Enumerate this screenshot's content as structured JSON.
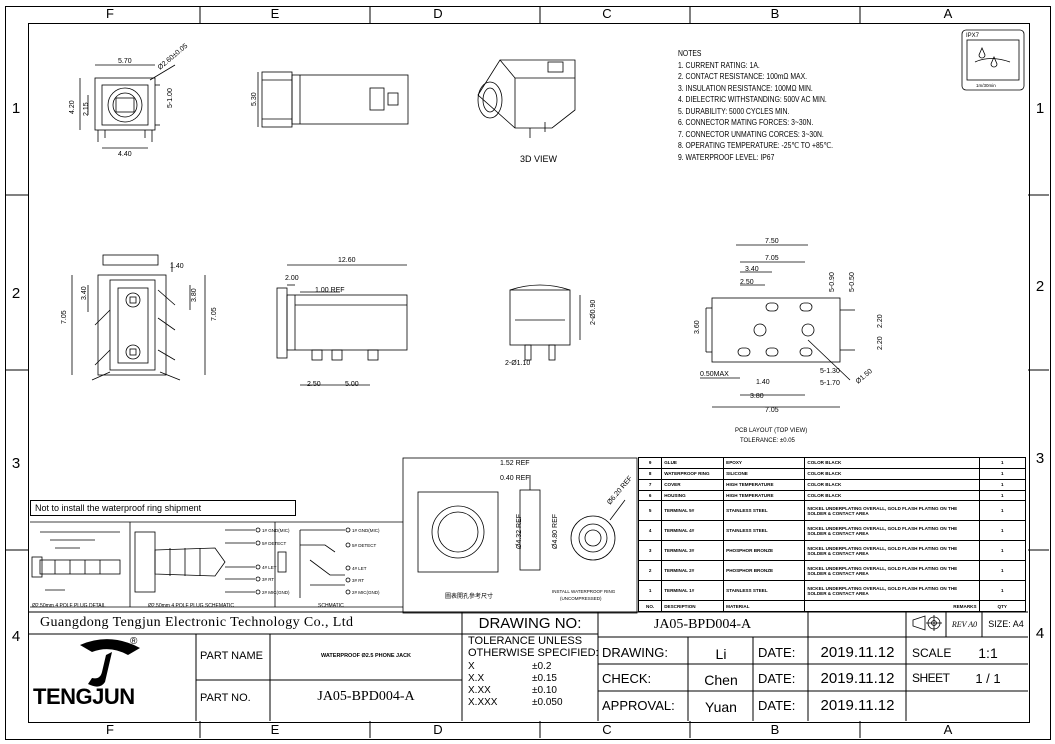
{
  "zones_top": [
    "F",
    "E",
    "D",
    "C",
    "B",
    "A"
  ],
  "zones_rows": [
    "1",
    "2",
    "3",
    "4"
  ],
  "notes": {
    "title": "NOTES",
    "items": [
      "1. CURRENT RATING: 1A.",
      "2. CONTACT RESISTANCE: 100mΩ MAX.",
      "3. INSULATION RESISTANCE: 100MΩ MIN.",
      "4. DIELECTRIC WITHSTANDING: 500V AC MIN.",
      "5. DURABILITY: 5000 CYCLES MIN.",
      "6. CONNECTOR MATING FORCES: 3~30N.",
      "7. CONNECTOR UNMATING CORCES: 3~30N.",
      "8. OPERATING TEMPERATURE: -25℃ TO +85℃.",
      "9. WATERPROOF LEVEL: IP67"
    ]
  },
  "ipx": {
    "label": "IPX7",
    "sub": "1m/30min"
  },
  "labels": {
    "view3d": "3D VIEW",
    "pcb_layout": "PCB LAYOUT (TOP VIEW)",
    "tolerance_pcb": "TOLERANCE: ±0.05",
    "install_ring": "INSTALL WATERPROOF RING",
    "uncompressed": "(UNCOMPRESSED)",
    "chinese_note": "圖表開孔參考尺寸",
    "plug_detail": "Ø2.50mm 4 POLF PLUG DFTAIL",
    "plug_schematic": "Ø2.50mm 4 POLF PLUG SCHEMATIC",
    "schematic": "SCHMATIC"
  },
  "dims": {
    "d570": "5.70",
    "d440": "4.40",
    "d420": "4.20",
    "d215": "2.15",
    "d5100": "5-1.00",
    "dphi": "Ø2.60±0.05",
    "d530": "5.30",
    "d140": "1.40",
    "d340": "3.40",
    "d705": "7.05",
    "d380": "3.80",
    "d705b": "7.05",
    "d1260": "12.60",
    "d200": "2.00",
    "d100ref": "1.00 REF",
    "d250": "2.50",
    "d500": "5.00",
    "d2490": "2-Ø0.90",
    "d2410": "2-Ø1.10",
    "p750": "7.50",
    "p705": "7.05",
    "p340": "3.40",
    "p250": "2.50",
    "p5090": "5-0.90",
    "p5050": "5-0.50",
    "p360": "3.60",
    "p220a": "2.20",
    "p220b": "2.20",
    "p050": "0.50MAX",
    "p140": "1.40",
    "p5130": "5-1.30",
    "p5170": "5-1.70",
    "p380": "3.80",
    "p705b": "7.05",
    "pphi": "Ø1.50",
    "r152": "1.52 REF",
    "r040": "0.40 REF",
    "r432": "Ø4.32 REF",
    "r480": "Ø4.80 REF",
    "r620": "Ø6.20 REF"
  },
  "schem": {
    "gnd": "1# GND(MIC)",
    "detect5": "5# DETECT",
    "left": "4# LET",
    "right": "3# RT",
    "mic": "2# MIC(GND)"
  },
  "note_box": "Not to install the waterproof ring shipment",
  "bom": {
    "headers": [
      "NO.",
      "DESCRIPTION",
      "MATERIAL",
      "REMARKS",
      "QTY"
    ],
    "rows": [
      [
        "9",
        "GLUE",
        "EPOXY",
        "COLOR BLACK",
        "1"
      ],
      [
        "8",
        "WATERPROOF RING",
        "SILICONE",
        "COLOR BLACK",
        "1"
      ],
      [
        "7",
        "COVER",
        "HIGH TEMPERATURE",
        "COLOR BLACK",
        "1"
      ],
      [
        "6",
        "HOUSING",
        "HIGH TEMPERATURE",
        "COLOR BLACK",
        "1"
      ],
      [
        "5",
        "TERMINAL 5#",
        "STAINLESS STEEL",
        "NICKEL UNDERPLATING OVERALL, GOLD FLASH PLATING ON THE SOLDER & CONTACT AREA",
        "1"
      ],
      [
        "4",
        "TERMINAL 4#",
        "STAINLESS STEEL",
        "NICKEL UNDERPLATING OVERALL, GOLD FLASH PLATING ON THE SOLDER & CONTACT AREA",
        "1"
      ],
      [
        "3",
        "TERMINAL 3#",
        "PHOSPHOR BRONZE",
        "NICKEL UNDERPLATING OVERALL, GOLD FLASH PLATING ON THE SOLDER & CONTACT AREA",
        "1"
      ],
      [
        "2",
        "TERMINAL 2#",
        "PHOSPHOR BRONZE",
        "NICKEL UNDERPLATING OVERALL, GOLD FLASH PLATING ON THE SOLDER & CONTACT AREA",
        "1"
      ],
      [
        "1",
        "TERMINAL 1#",
        "STAINLESS STEEL",
        "NICKEL UNDERPLATING OVERALL, GOLD FLASH PLATING ON THE SOLDER & CONTACT AREA",
        "1"
      ]
    ]
  },
  "title_block": {
    "company": "Guangdong Tengjun Electronic Technology Co., Ltd",
    "drawing_no_label": "DRAWING NO:",
    "drawing_no": "JA05-BPD004-A",
    "rev": "REV A0",
    "size": "SIZE: A4",
    "logo_text": "TENGJUN",
    "logo_reg": "®",
    "part_name_label": "PART NAME",
    "part_name": "WATERPROOF Ø2.5 PHONE JACK",
    "part_no_label": "PART NO.",
    "part_no": "JA05-BPD004-A",
    "tolerance_title1": "TOLERANCE  UNLESS",
    "tolerance_title2": "OTHERWISE  SPECIFIED:",
    "tol": [
      [
        "X",
        "±0.2"
      ],
      [
        "X.X",
        "±0.15"
      ],
      [
        "X.XX",
        "±0.10"
      ],
      [
        "X.XXX",
        "±0.050"
      ]
    ],
    "drawing_label": "DRAWING:",
    "drawing_by": "Li",
    "check_label": "CHECK:",
    "check_by": "Chen",
    "approval_label": "APPROVAL:",
    "approval_by": "Yuan",
    "date_label": "DATE:",
    "date1": "2019.11.12",
    "date2": "2019.11.12",
    "date3": "2019.11.12",
    "scale_label": "SCALE",
    "scale": "1:1",
    "sheet_label": "SHEET",
    "sheet": "1 / 1"
  }
}
